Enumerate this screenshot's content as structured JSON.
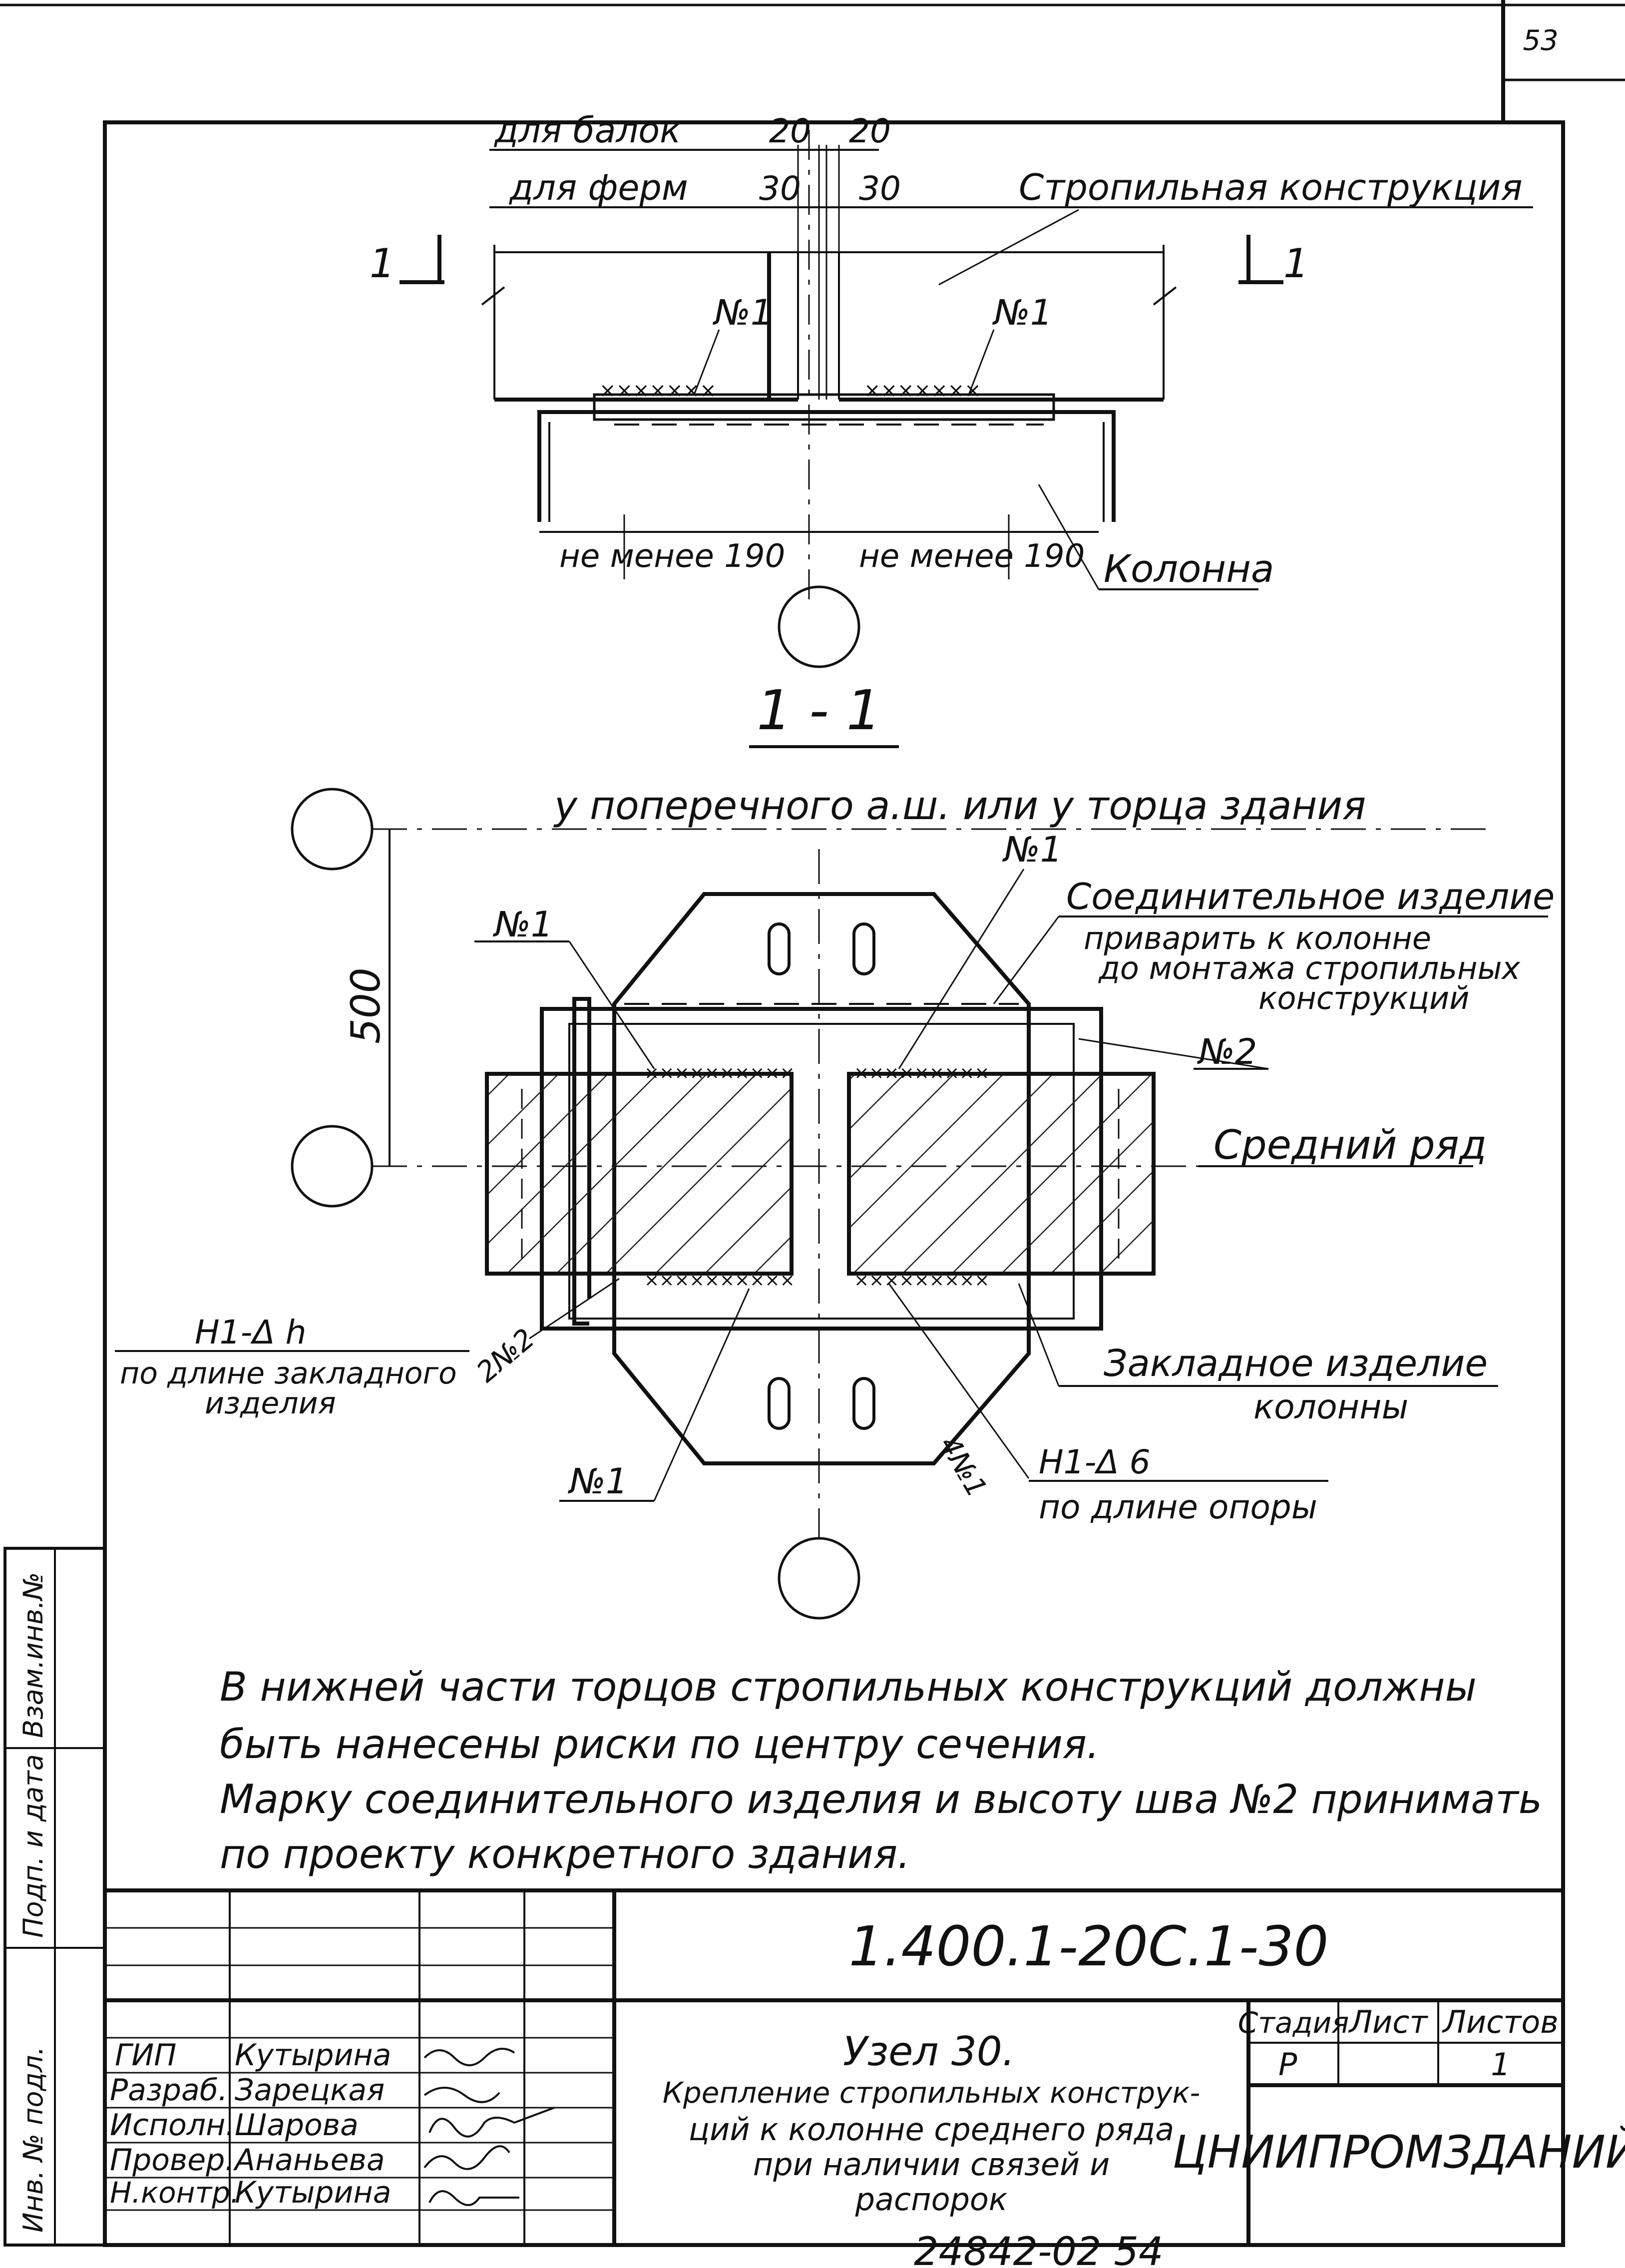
{
  "sheet": {
    "page_number": "53",
    "top_view": {
      "beam_label": "для балок",
      "beam_gap_left": "20",
      "beam_gap_right": "20",
      "truss_label": "для ферм",
      "truss_gap_left": "30",
      "truss_gap_right": "30",
      "roof_structure_label": "Стропильная конструкция",
      "section_mark_left": "1",
      "section_mark_right": "1",
      "weld_left": "№1",
      "weld_right": "№1",
      "dim_left": "не менее 190",
      "dim_right": "не менее 190",
      "column_label": "Колонна"
    },
    "section": {
      "title": "1 - 1",
      "transverse_axis_label": "у поперечного а.ш. или у торца здания",
      "dim_500": "500",
      "weld_no1_top_right": "№1",
      "weld_no1_top_left": "№1",
      "weld_no2": "№2",
      "connector_title": "Соединительное изделие",
      "connector_note_1": "приварить к колонне",
      "connector_note_2": "до монтажа стропильных",
      "connector_note_3": "конструкций",
      "middle_row_label": "Средний ряд",
      "weld_h_left": "Н1-Δ h",
      "weld_h_left_note_1": "по длине закладного",
      "weld_h_left_note_2": "изделия",
      "weld_2no2": "2№2",
      "embedded_title": "Закладное изделие",
      "embedded_title_2": "колонны",
      "weld_no1_bottom_left": "№1",
      "weld_4no1": "4№1",
      "weld_h6": "Н1-Δ 6",
      "weld_h6_note": "по длине опоры"
    },
    "notes": {
      "line1": "В нижней части торцов стропильных конструкций должны",
      "line2": "быть нанесены риски по центру сечения.",
      "line3": "Марку соединительного изделия и высоту шва №2 принимать",
      "line4": "по проекту конкретного здания."
    },
    "side_stamp": {
      "inv_podl": "Инв. № подл.",
      "podp_data": "Подп. и дата",
      "vzam_inv": "Взам.инв.№"
    },
    "title_block": {
      "doc_code": "1.400.1-20С.1-30",
      "roles": [
        "ГИП",
        "Разраб.",
        "Исполн.",
        "Провер.",
        "Н.контр."
      ],
      "names": [
        "Кутырина",
        "Зарецкая",
        "Шарова",
        "Ананьева",
        "Кутырина"
      ],
      "title_line1": "Узел 30.",
      "title_line2": "Крепление стропильных конструк-",
      "title_line3": "ций к колонне среднего ряда",
      "title_line4": "при наличии связей и",
      "title_line5": "распорок",
      "stage_header": "Стадия",
      "sheet_header": "Лист",
      "sheets_header": "Листов",
      "stage_value": "Р",
      "sheet_value": "",
      "sheets_value": "1",
      "organization": "ЦНИИПРОМЗДАНИЙ"
    },
    "archive_number": "24842-02 54"
  }
}
